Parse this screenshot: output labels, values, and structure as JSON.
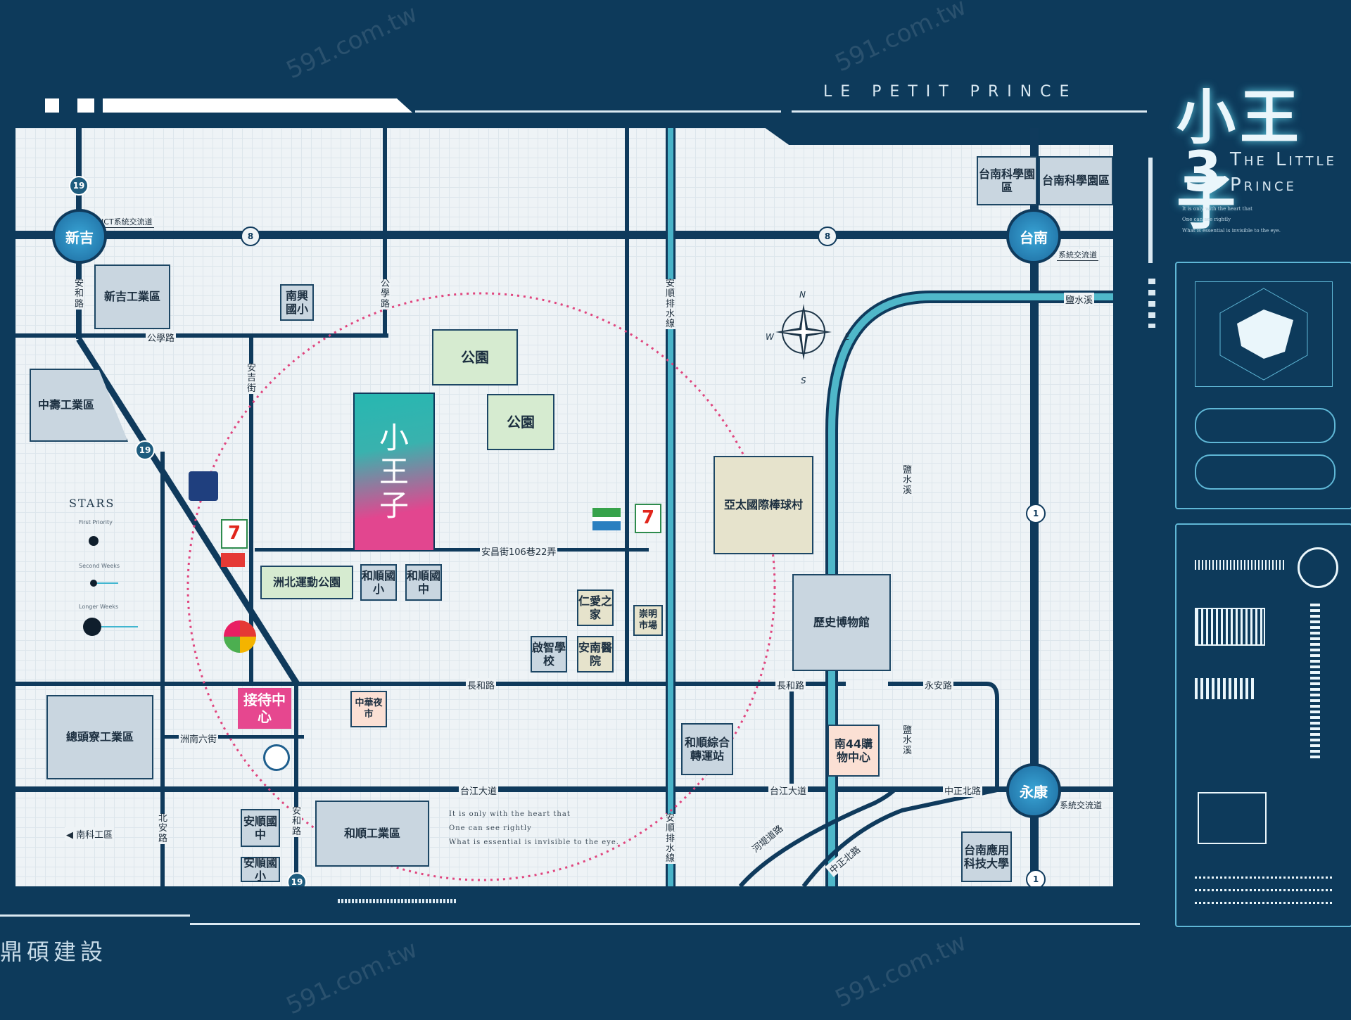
{
  "header": {
    "subtitle_en": "LE PETIT PRINCE",
    "title_cn": "小王子",
    "number": "3",
    "title_en_1": "The Little",
    "title_en_2": "Prince",
    "quote": [
      "It is only with the heart that",
      "One can see rightly",
      "What is essential is invisible to the eye."
    ]
  },
  "developer": "鼎碩建設",
  "watermark": "591.com.tw",
  "project": {
    "line1": "小",
    "line2": "王",
    "line3": "子"
  },
  "reception": "接待中心",
  "nodes": {
    "xinji": "新吉",
    "tainan": "台南",
    "yongkang": "永康"
  },
  "jct": {
    "xinji": "JCT系統交流道",
    "tainan": "系統交流道",
    "yongkang": "系統交流道"
  },
  "highways": {
    "h19": "19",
    "h8": "8",
    "h1": "1"
  },
  "roads": {
    "gongxue": "公學路",
    "gongxue_v": "公學路",
    "anhe_left": "安和路",
    "anhe_bottom": "安和路",
    "anji": "安吉街",
    "anchang": "安昌街106巷22弄",
    "changhe_1": "長和路",
    "changhe_2": "長和路",
    "yongan": "永安路",
    "taijiang_1": "台江大道",
    "taijiang_2": "台江大道",
    "zhongzheng": "中正北路",
    "zhongzheng_2": "中正北路",
    "zhounan": "洲南六街",
    "beian": "北安路",
    "anshun_top": "安順排水線",
    "anshun_bottom": "安順排水線",
    "yanshui_top": "鹽水溪",
    "yanshui_mid": "鹽水溪",
    "yanshui_bottom": "鹽水溪",
    "henan": "河堤道路",
    "nanke": "◀ 南科工區"
  },
  "places": {
    "xinji_ind": "新吉工業區",
    "zhongqing_ind": "中壽工業區",
    "nanxing": "南興國小",
    "park1": "公園",
    "park2": "公園",
    "zhoubei": "洲北運動公園",
    "hesun_elem": "和順國小",
    "hesun_mid": "和順國中",
    "renai": "仁愛之家",
    "qizhi": "啟智學校",
    "annan_hosp": "安南醫院",
    "market": "崇明市場",
    "yatai": "亞太國際棒球村",
    "history": "歷史博物館",
    "hesun_transfer": "和順綜合轉運站",
    "nan44": "南44購物中心",
    "zhonghua_night": "中華夜市",
    "jiutou_ind": "總頭寮工業區",
    "hesun_ind": "和順工業區",
    "anshun_mid": "安順國中",
    "anshun_elem": "安順國小",
    "science1": "台南科學園區",
    "science2": "台南科學園區",
    "tainan_univ": "台南應用科技大學"
  },
  "legend": {
    "title": "STARS",
    "items": [
      "First Priority",
      "Second Weeks",
      "Longer Weeks"
    ]
  },
  "compass": {
    "n": "N",
    "s": "S",
    "e": "E",
    "w": "W"
  },
  "colors": {
    "navy": "#0d3a5b",
    "road": "#0f3a5c",
    "accent": "#5fd0e6",
    "pink": "#e8478e",
    "teal": "#2ab3b3",
    "circle": "#e0457e"
  }
}
